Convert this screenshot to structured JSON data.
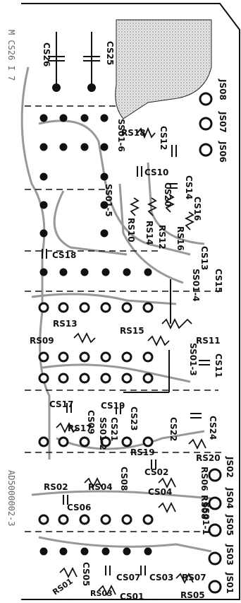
{
  "board": {
    "code_top": "M CS26 I 7",
    "code_bottom": "AD5000002-3",
    "jacks": [
      "JS08",
      "JS07",
      "JS06",
      "JS02",
      "JS04",
      "JS05",
      "JS03",
      "JS01"
    ],
    "switch_labels": [
      "SS01-6",
      "SS01-5",
      "SS01-4",
      "SS01-3",
      "SS01-2",
      "SS01-1"
    ]
  },
  "components": {
    "cs25": "CS25",
    "cs26": "CS26",
    "rs18": "RS18",
    "cs12": "CS12",
    "cs10": "CS10",
    "cs14": "CS14",
    "cs20": "CS20",
    "cs16": "CS16",
    "rs10": "RS10",
    "rs14": "RS14",
    "rs12": "RS12",
    "rs16": "RS16",
    "cs18": "CS18",
    "cs13": "CS13",
    "cs15": "CS15",
    "rs13": "RS13",
    "rs15": "RS15",
    "rs09": "RS09",
    "rs11": "RS11",
    "cs11": "CS11",
    "cs17": "CS17",
    "cs19": "CS19",
    "cs23": "CS23",
    "cs24": "CS24",
    "rs17": "RS17",
    "cs09": "CS09",
    "cs21": "CS21",
    "cs22": "CS22",
    "rs19": "RS19",
    "rs20": "RS20",
    "rs02": "RS02",
    "rs04": "RS04",
    "cs08": "CS08",
    "cs02": "CS02",
    "cs04": "CS04",
    "rs06": "RS06",
    "cs06": "CS06",
    "rs08": "RS08",
    "rs01": "RS01",
    "cs05": "CS05",
    "rs03": "RS03",
    "cs07": "CS07",
    "cs03": "CS03",
    "rs07": "RS07",
    "cs01": "CS01",
    "rs05": "RS05"
  },
  "colors": {
    "ink": "#111111",
    "copper_fill": "#d9d9d9",
    "board": "#ffffff",
    "code_text": "#666666"
  }
}
